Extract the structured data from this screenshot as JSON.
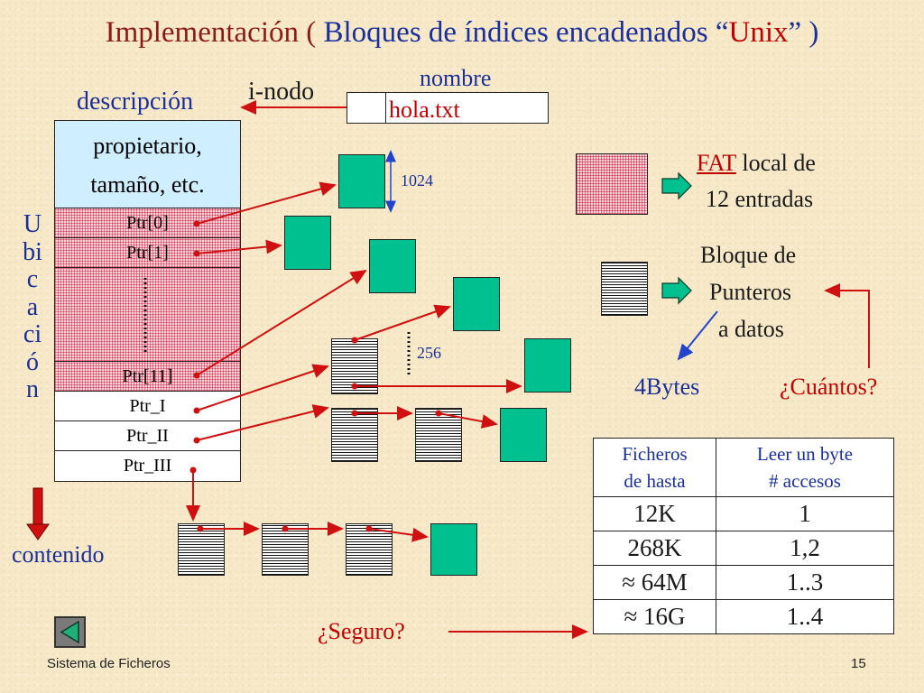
{
  "title": {
    "prefix": "Implementación ( ",
    "middle": "Bloques de índices encadenados “",
    "unix": "Unix",
    "suffix": "” )"
  },
  "inode": {
    "label": "i-nodo",
    "description_label": "descripción",
    "desc_line1": "propietario,",
    "desc_line2": "tamaño, etc.",
    "ptr0": "Ptr[0]",
    "ptr1": "Ptr[1]",
    "ptr11": "Ptr[11]",
    "ptr_i": "Ptr_I",
    "ptr_ii": "Ptr_II",
    "ptr_iii": "Ptr_III"
  },
  "directory": {
    "nombre_label": "nombre",
    "filename": "hola.txt"
  },
  "side_label": "Ubicación",
  "contenido_label": "contenido",
  "size_1024": "1024",
  "size_256": "256",
  "legend": {
    "fat_word": "FAT",
    "fat_rest": " local de",
    "fat_line2": "12 entradas",
    "bloque_line1": "Bloque de",
    "bloque_line2": "Punteros",
    "bloque_line3": "a datos",
    "bytes": "4Bytes",
    "cuantos": "¿Cuántos?"
  },
  "table": {
    "col1_line1": "Ficheros",
    "col1_line2": "de hasta",
    "col2_line1": "Leer un byte",
    "col2_line2": "# accesos",
    "rows": [
      {
        "size": "12K",
        "accesses": "1"
      },
      {
        "size": "268K",
        "accesses": "1,2"
      },
      {
        "size": "≈ 64M",
        "accesses": "1..3"
      },
      {
        "size": "≈ 16G",
        "accesses": "1..4"
      }
    ]
  },
  "seguro": "¿Seguro?",
  "footer": {
    "left": "Sistema de Ficheros",
    "page": "15"
  },
  "colors": {
    "title": "#8b1a1a",
    "blue": "#1a2f9a",
    "red": "#c00000",
    "green_block": "#00c08f",
    "pointer_fill": "#ffd6dc",
    "desc_fill": "#cfeeff"
  },
  "icons": [
    "left-arrow-nav-icon"
  ]
}
